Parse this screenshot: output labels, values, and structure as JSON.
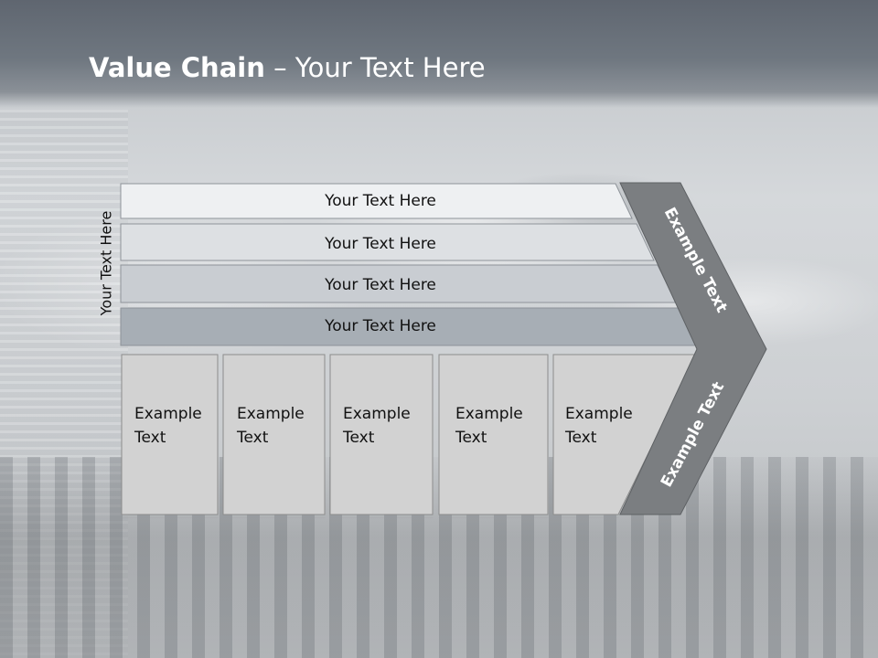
{
  "slide": {
    "title_bold": "Value Chain",
    "title_rest": " – Your Text Here",
    "side_label": "Your Text Here"
  },
  "rows": [
    {
      "label": "Your Text Here",
      "fill": "#eef0f2"
    },
    {
      "label": "Your Text Here",
      "fill": "#dde0e3"
    },
    {
      "label": "Your Text Here",
      "fill": "#c9cdd2"
    },
    {
      "label": "Your Text Here",
      "fill": "#a7aeb5"
    }
  ],
  "boxes": [
    {
      "line1": "Example",
      "line2": "Text"
    },
    {
      "line1": "Example",
      "line2": "Text"
    },
    {
      "line1": "Example",
      "line2": "Text"
    },
    {
      "line1": "Example",
      "line2": "Text"
    },
    {
      "line1": "Example",
      "line2": "Text"
    }
  ],
  "chevron": {
    "upper_label": "Example Text",
    "lower_label": "Example Text",
    "fill": "#7b7e81"
  },
  "colors": {
    "box_fill": "#d2d2d2",
    "box_stroke": "#8c8c8c"
  }
}
